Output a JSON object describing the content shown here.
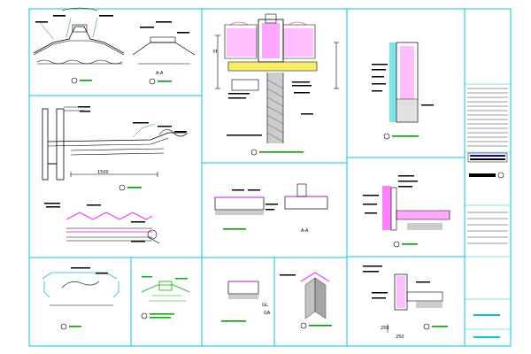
{
  "drawing": {
    "colors": {
      "background": "#ffffff",
      "frame": "#00c8d8",
      "linework": "#000000",
      "dimension": "#00a000",
      "label": "#000000",
      "hatch": "#ff00ff",
      "insulation": "#ff0000",
      "concrete": "#9a9a9a",
      "note": "#00b400",
      "panel": "#0000ff"
    },
    "dimensions": {
      "main_dim_1500": "1500",
      "elev_label_h": "H",
      "bottom_dim_250": "250",
      "side_dim_250": "250"
    },
    "labels": {
      "section_aa_1": "A-A",
      "section_aa_2": "A-A",
      "mark_ga": "GA",
      "mark_gl": "GL"
    },
    "title_block": {
      "rows": 14
    }
  }
}
